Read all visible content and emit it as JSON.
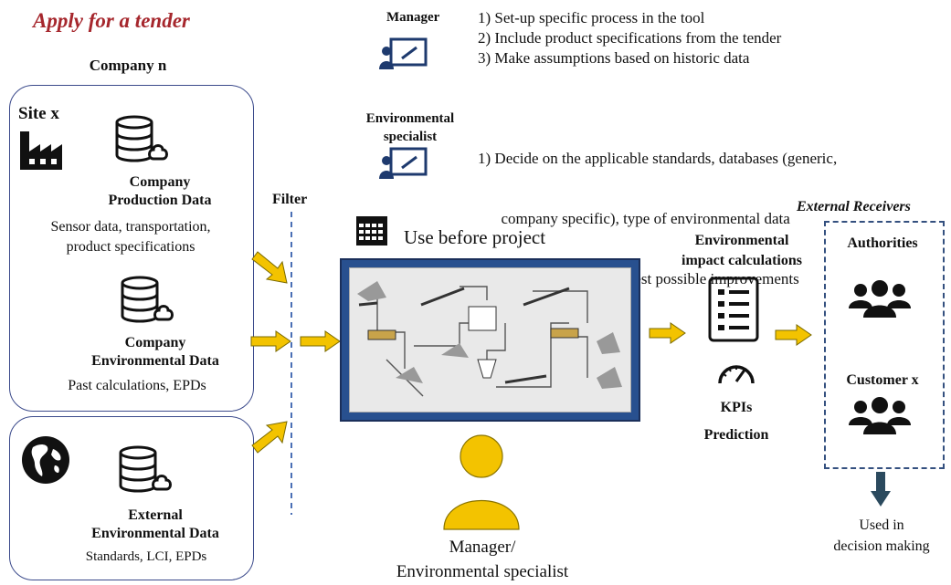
{
  "title": "Apply for a tender",
  "company": {
    "name": "Company n",
    "site": "Site x",
    "production_title": "Company\nProduction Data",
    "production_desc": "Sensor data, transportation,\nproduct specifications",
    "environmental_title": "Company\nEnvironmental Data",
    "environmental_desc": "Past calculations, EPDs"
  },
  "external": {
    "title": "External\nEnvironmental Data",
    "desc": "Standards, LCI, EPDs"
  },
  "filter_label": "Filter",
  "manager": {
    "label": "Manager",
    "tasks": [
      "1)  Set-up specific process in the tool",
      "2)  Include product specifications from the tender",
      "3)  Make assumptions based on historic data"
    ]
  },
  "specialist": {
    "label": "Environmental\nspecialist",
    "tasks": [
      "1)  Decide on the applicable standards, databases (generic,",
      "      company specific), type of environmental data",
      "2)  Evaluate results- Suggest possible improvements"
    ]
  },
  "use_before": "Use before project",
  "user_caption": "Manager/\nEnvironmental  specialist",
  "impact": {
    "title": "Environmental\nimpact calculations",
    "kpis": "KPIs",
    "prediction": "Prediction"
  },
  "receivers": {
    "title": "External Receivers",
    "authorities": "Authorities",
    "customer": "Customer x",
    "decision": "Used in\ndecision making"
  },
  "colors": {
    "title_red": "#a6272d",
    "arrow_fill": "#f3c300",
    "arrow_stroke": "#7a6a00",
    "box_border": "#3b4a8b",
    "screen_blue": "#28508f",
    "person_yellow": "#f3c300",
    "down_arrow": "#2b4a5e"
  },
  "icons": [
    "database-icon",
    "factory-icon",
    "globe-icon",
    "presentation-icon",
    "calendar-icon",
    "checklist-icon",
    "gauge-icon",
    "people-icon",
    "person-icon"
  ]
}
